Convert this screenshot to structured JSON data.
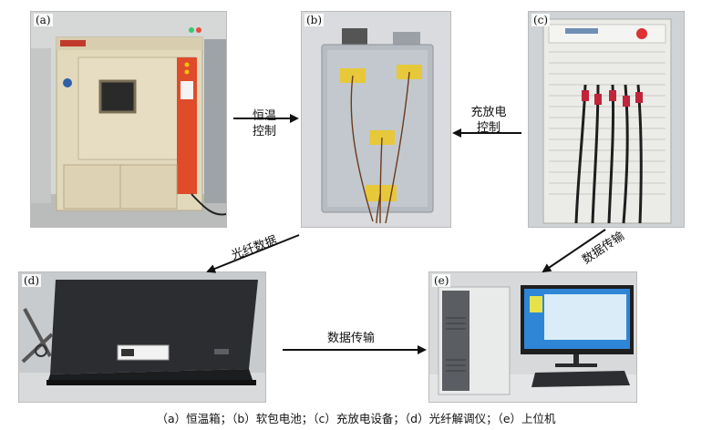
{
  "panels": {
    "a": {
      "label": "(a)"
    },
    "b": {
      "label": "(b)"
    },
    "c": {
      "label": "(c)"
    },
    "d": {
      "label": "(d)"
    },
    "e": {
      "label": "(e)"
    }
  },
  "connectors": {
    "a_b": {
      "line1": "恒温",
      "line2": "控制"
    },
    "c_b": {
      "line1": "充放电",
      "line2": "控制"
    },
    "b_d": "光纤数据",
    "d_e": "数据传输",
    "c_e": "数据传输"
  },
  "caption": "（a）恒温箱；（b）软包电池；（c）充放电设备；（d）光纤解调仪；（e）上位机"
}
